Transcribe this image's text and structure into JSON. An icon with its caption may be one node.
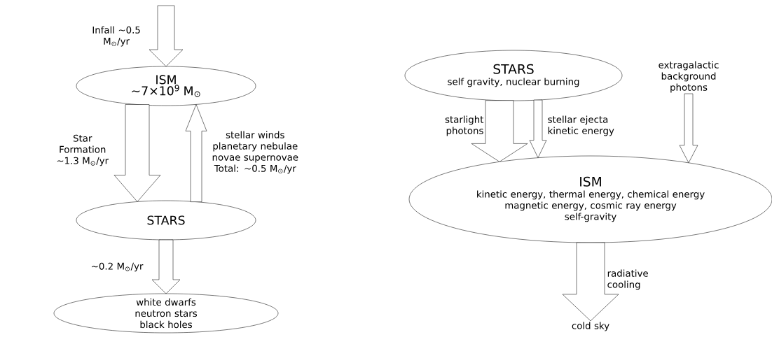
{
  "diagram": {
    "nodes": [
      {
        "text": [
          "ISM",
          "~7×10$^{9}$ M$_{⊙}$"
        ]
      },
      {
        "text": [
          "STARS"
        ]
      },
      {
        "text": [
          "white dwarfs",
          "neutron stars",
          "black holes"
        ]
      },
      {
        "text": [
          "STARS",
          "self gravity, nuclear burning"
        ]
      },
      {
        "text": [
          "ISM",
          "kinetic energy, thermal energy, chemical energy",
          "magnetic energy, cosmic ray energy",
          "self-gravity"
        ]
      },
      {
        "text": [
          "extragalactic background photons"
        ]
      },
      {
        "text": [
          "cold sky"
        ]
      }
    ],
    "edges": [
      {
        "from": null,
        "to": 0,
        "arrow": "to",
        "label": "Infall ~0.5 M$_{⊙}$/yr"
      },
      {
        "from": 0,
        "to": 1,
        "arrow": "to",
        "label": "Star Formation ~1.3 M$_{⊙}$/yr"
      },
      {
        "from": 1,
        "to": 0,
        "arrow": "to",
        "label": "stellar winds planetary nebulae novae supernovae Total: ~0.5 M$_{⊙}$/yr"
      },
      {
        "from": 1,
        "to": 2,
        "arrow": "to",
        "label": "~0.2 M$_{⊙}$/yr"
      },
      {
        "from": 3,
        "to": 4,
        "arrow": "to",
        "label": "starlight photons"
      },
      {
        "from": 3,
        "to": 4,
        "arrow": "to",
        "label": "stellar ejecta kinetic energy"
      },
      {
        "from": 5,
        "to": 4,
        "arrow": "to"
      },
      {
        "from": 4,
        "to": 6,
        "arrow": "to",
        "label": "radiative cooling"
      }
    ]
  }
}
